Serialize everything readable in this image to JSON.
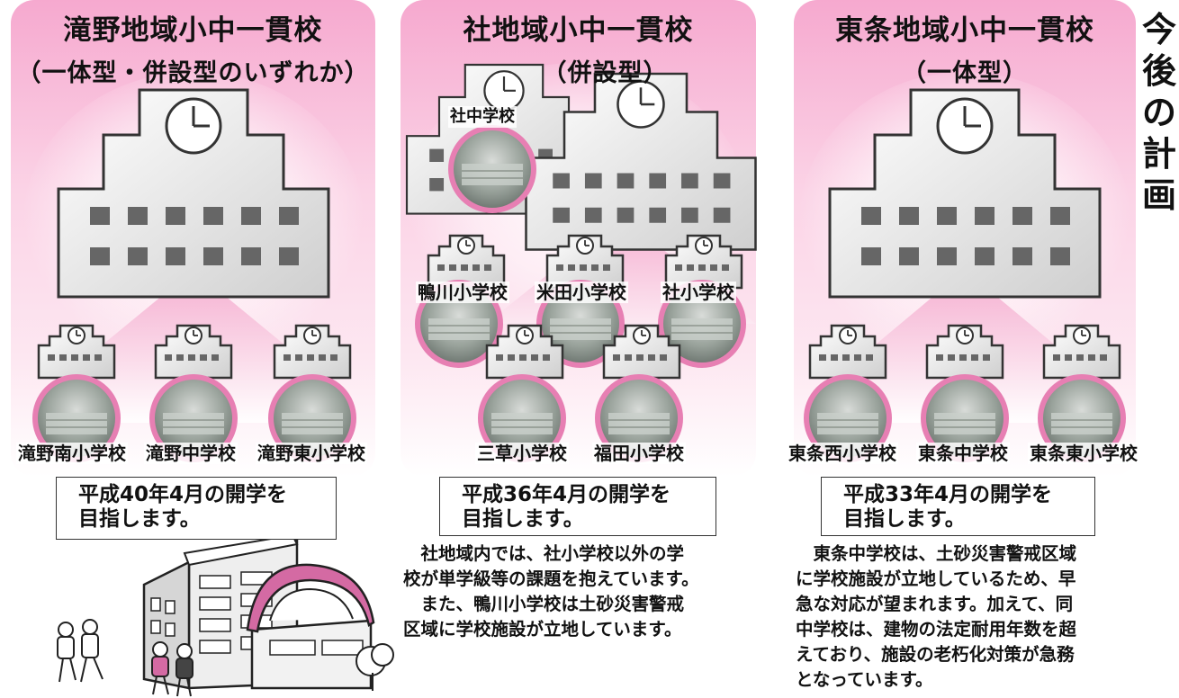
{
  "panels": [
    {
      "title_line1": "滝野地域小中一貫校",
      "title_line2": "（一体型・併設型のいずれか）",
      "schools": [
        "滝野南小学校",
        "滝野中学校",
        "滝野東小学校"
      ],
      "plan_line1": "平成40年4月の開学を",
      "plan_line2": "目指します。"
    },
    {
      "title_line1": "社地域小中一貫校",
      "title_line2": "（併設型）",
      "junior_high": "社中学校",
      "schools": [
        "鴨川小学校",
        "米田小学校",
        "社小学校",
        "三草小学校",
        "福田小学校"
      ],
      "plan_line1": "平成36年4月の開学を",
      "plan_line2": "目指します。",
      "description": [
        "　社地域内では、社小学校以外の学",
        "校が単学級等の課題を抱えています。",
        "　また、鴨川小学校は土砂災害警戒",
        "区域に学校施設が立地しています。"
      ]
    },
    {
      "title_line1": "東条地域小中一貫校",
      "title_line2": "（一体型）",
      "schools": [
        "東条西小学校",
        "東条中学校",
        "東条東小学校"
      ],
      "plan_line1": "平成33年4月の開学を",
      "plan_line2": "目指します。",
      "description": [
        "　東条中学校は、土砂災害警戒区域",
        "に学校施設が立地しているため、早",
        "急な対応が望まれます。加えて、同",
        "中学校は、建物の法定耐用年数を超",
        "えており、施設の老朽化対策が急務",
        "となっています。"
      ]
    }
  ],
  "side_title": [
    "今",
    "後",
    "の",
    "計",
    "画"
  ],
  "colors": {
    "panel_pink": "#f6a9cf",
    "circle_border": "#e77fb3",
    "building": "#e8e8e8",
    "window": "#666666"
  }
}
